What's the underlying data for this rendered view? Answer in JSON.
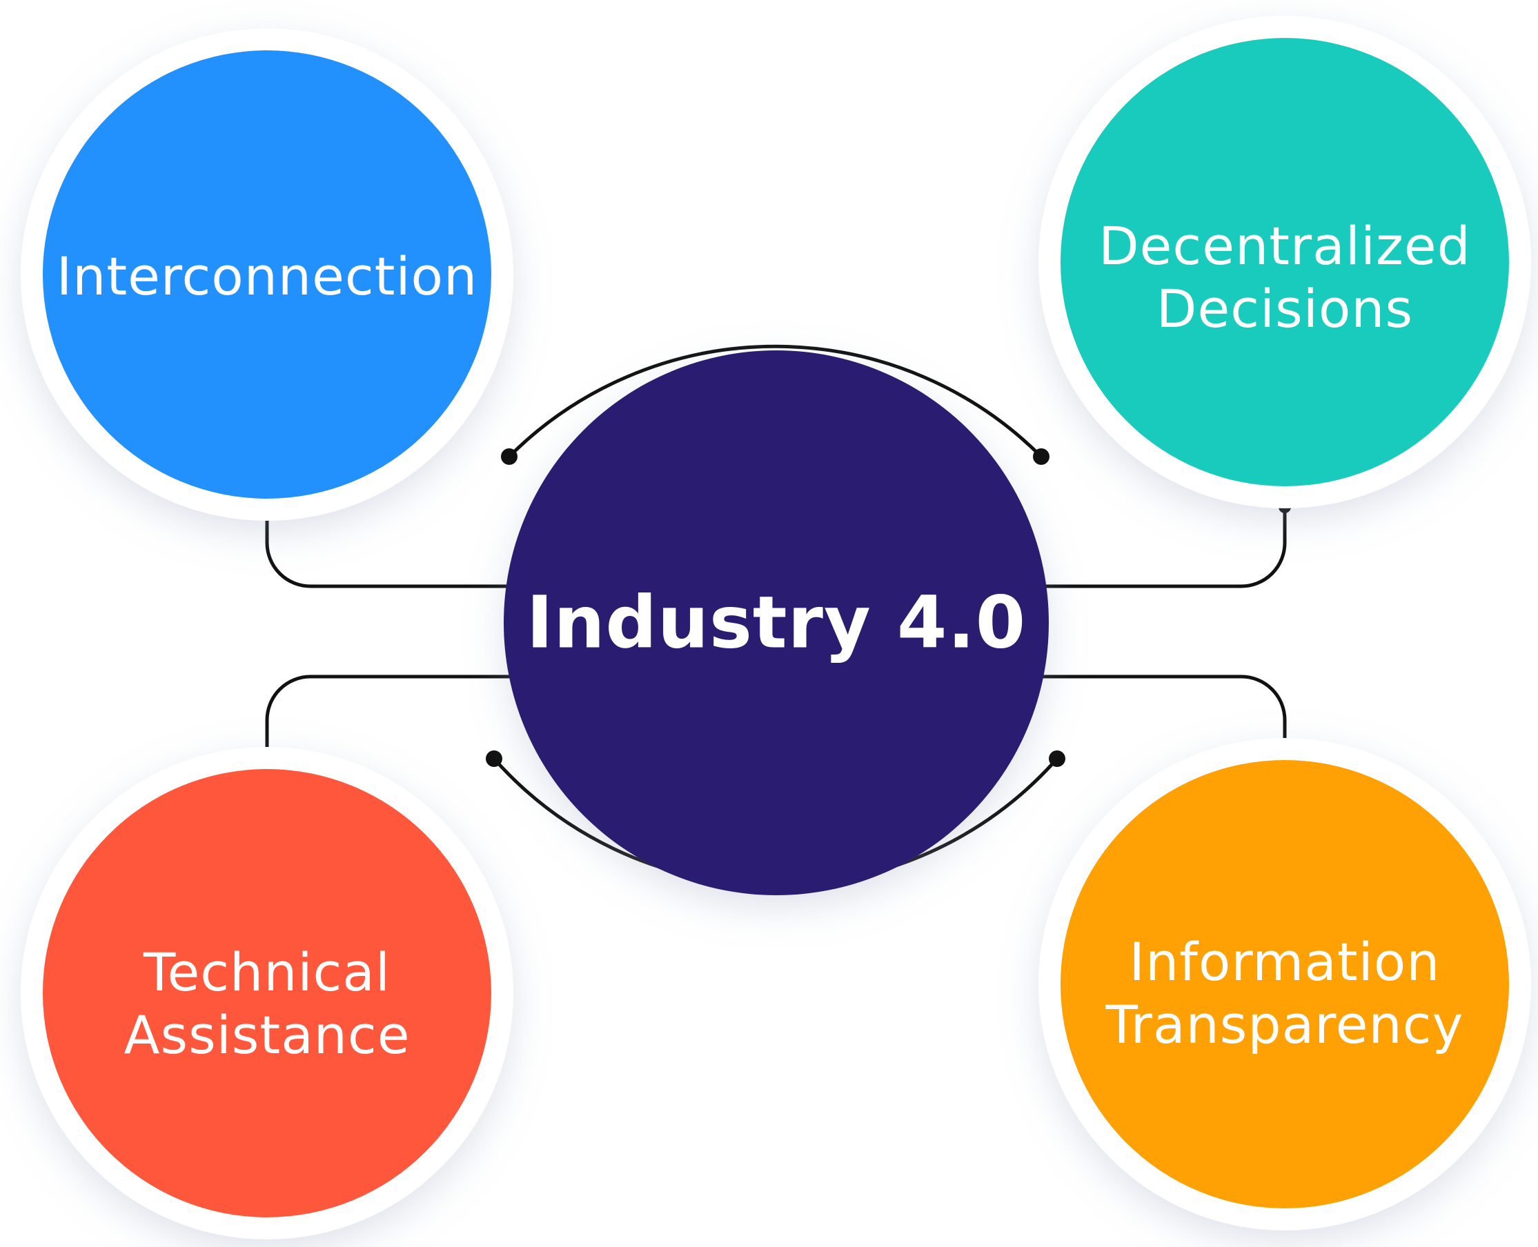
{
  "center": {
    "label": "Industry 4.0",
    "color": "#2c1f70"
  },
  "nodes": [
    {
      "id": "interconnection",
      "lines": [
        "Interconnection"
      ],
      "color": "#2391fd"
    },
    {
      "id": "decentralized-decisions",
      "lines": [
        "Decentralized",
        "Decisions"
      ],
      "color": "#19cbbd"
    },
    {
      "id": "technical-assistance",
      "lines": [
        "Technical",
        "Assistance"
      ],
      "color": "#ff573c"
    },
    {
      "id": "information-transparency",
      "lines": [
        "Information",
        "Transparency"
      ],
      "color": "#ffa005"
    }
  ],
  "colors": {
    "ring": "#ffffff",
    "connector": "#111111",
    "text": "#ffffff"
  }
}
